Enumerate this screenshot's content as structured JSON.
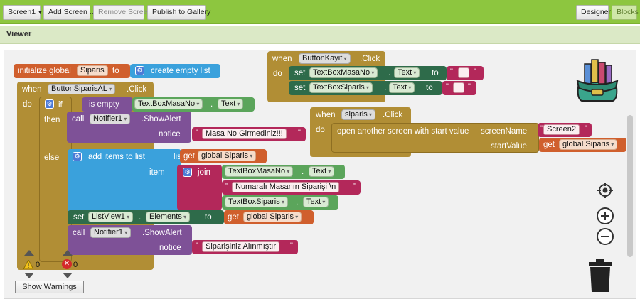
{
  "toolbar": {
    "screen_select": "Screen1",
    "add_screen": "Add Screen ...",
    "remove_screen": "Remove Screen",
    "publish": "Publish to Gallery",
    "designer": "Designer",
    "blocks": "Blocks"
  },
  "viewer": {
    "title": "Viewer"
  },
  "blocks": {
    "init": {
      "prefix": "initialize global",
      "var": "Siparis",
      "to": "to",
      "create": "create empty list"
    },
    "b1": {
      "when": "when",
      "comp": "ButtonSiparisAL",
      "event": ".Click",
      "do": "do"
    },
    "if": {
      "if": "if",
      "is_empty": "is empty",
      "textbox": "TextBoxMasaNo",
      "dot": ".",
      "prop": "Text",
      "then": "then",
      "else": "else"
    },
    "call1": {
      "call": "call",
      "comp": "Notifier1",
      "method": ".ShowAlert",
      "notice": "notice",
      "msg": "Masa No Girmediniz!!!"
    },
    "additems": {
      "label": "add items to list",
      "list": "list",
      "get": "get",
      "global": "global Siparis",
      "item": "item",
      "join": "join",
      "j1": "TextBoxMasaNo",
      "j1p": "Text",
      "j2": "Numaralı Masanın Siparişi \\n",
      "j3": "TextBoxSiparis",
      "j3p": "Text"
    },
    "set1": {
      "set": "set",
      "comp": "ListView1",
      "prop": "Elements",
      "to": "to",
      "get": "get",
      "global": "global Siparis"
    },
    "call2": {
      "call": "call",
      "comp": "Notifier1",
      "method": ".ShowAlert",
      "notice": "notice",
      "msg": "Siparişiniz Alınmıştır"
    },
    "b2": {
      "when": "when",
      "comp": "ButtonKayit",
      "event": ".Click",
      "do": "do",
      "set_a": "set",
      "tb_a": "TextBoxMasaNo",
      "prop_a": "Text",
      "to_a": "to",
      "set_b": "set",
      "tb_b": "TextBoxSiparis",
      "prop_b": "Text",
      "to_b": "to"
    },
    "b3": {
      "when": "when",
      "comp": "siparis",
      "event": ".Click",
      "do": "do",
      "open": "open another screen with start value",
      "screenName": "screenName",
      "screen2": "Screen2",
      "startValue": "startValue",
      "get": "get",
      "global": "global Siparis"
    }
  },
  "warnings": {
    "warn_count": "0",
    "err_count": "0",
    "show_label": "Show Warnings"
  },
  "colors": {
    "topbar": "#8dc63f",
    "event": "#b18e35",
    "variable": "#d05f2d",
    "text": "#b3285a"
  }
}
